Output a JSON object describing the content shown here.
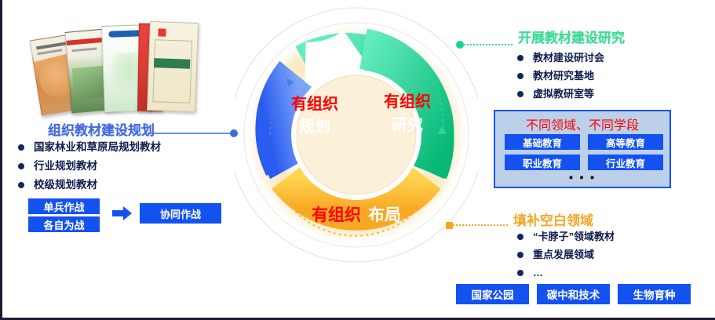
{
  "diagram": {
    "segments": [
      {
        "key": "plan",
        "label_top": "有组织",
        "label_bottom": "规划",
        "color": "#5b86f0",
        "accent": "#ff0000"
      },
      {
        "key": "research",
        "label_top": "有组织",
        "label_bottom": "研究",
        "color": "#38dfa8",
        "accent": "#ff0000"
      },
      {
        "key": "layout",
        "label_red": "有组织",
        "label_white": "布局",
        "color": "#fbc02d",
        "accent": "#ff0000"
      }
    ],
    "ring_glow_color": "#fbe9c0",
    "hub_color": "#fbf0d8"
  },
  "left": {
    "heading": "组织教材建设规划",
    "bullets": [
      "国家林业和草原局规划教材",
      "行业规划教材",
      "校级规划教材"
    ],
    "boxes_from": [
      "单兵作战",
      "各自为战"
    ],
    "arrow_icon": "arrow-right-icon",
    "box_to": "协同作战",
    "heading_color": "#4169e1"
  },
  "right_top": {
    "heading": "开展教材建设研究",
    "heading_color": "#3ddc97",
    "bullets": [
      "教材建设研讨会",
      "教材研究基地",
      "虚拟教研室等"
    ]
  },
  "panel": {
    "title": "不同领域、不同学段",
    "title_color": "#ff0000",
    "buttons": [
      "基础教育",
      "高等教育",
      "职业教育",
      "行业教育"
    ],
    "more": "▪ ▪ ▪",
    "bg_color": "#bdd0ea",
    "border_color": "#1452f0"
  },
  "right_bottom": {
    "heading": "填补空白领域",
    "heading_color": "#f5a623",
    "bullets": [
      "“卡脖子”领域教材",
      "重点发展领域",
      "…"
    ]
  },
  "bottom_buttons": [
    "国家公园",
    "碳中和技术",
    "生物育种"
  ],
  "colors": {
    "button_blue": "#1452f0",
    "bullet_navy": "#12265e"
  }
}
